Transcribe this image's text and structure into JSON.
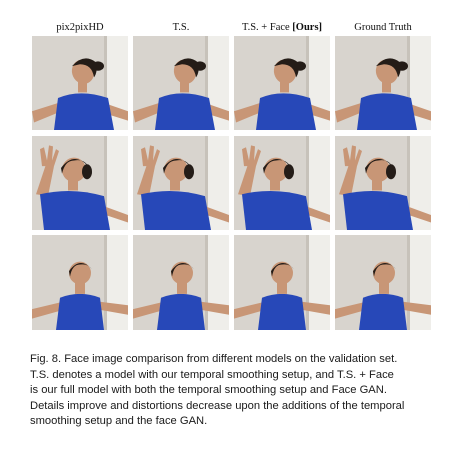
{
  "figure": {
    "columns": [
      {
        "label": "pix2pixHD",
        "suffix": ""
      },
      {
        "label": "T.S.",
        "suffix": ""
      },
      {
        "label": "T.S. + Face ",
        "suffix": "[Ours]"
      },
      {
        "label": "Ground Truth",
        "suffix": ""
      }
    ],
    "rows": [
      {
        "pose": "head-tilt"
      },
      {
        "pose": "hand-raised"
      },
      {
        "pose": "arms-out"
      }
    ],
    "colors": {
      "shirt": "#2748b8",
      "wall": "#d8d4ce",
      "door": "#efeeea",
      "skin": "#c89676",
      "hair": "#241c17"
    }
  },
  "caption": {
    "lines": [
      "Fig. 8.  Face image comparison from different models on the validation set.",
      "T.S. denotes a model with our temporal smoothing setup, and T.S. + Face",
      "is our full model with both the temporal smoothing setup and Face GAN.",
      "Details improve and distortions decrease upon the additions of the temporal",
      "smoothing setup and the face GAN."
    ]
  }
}
